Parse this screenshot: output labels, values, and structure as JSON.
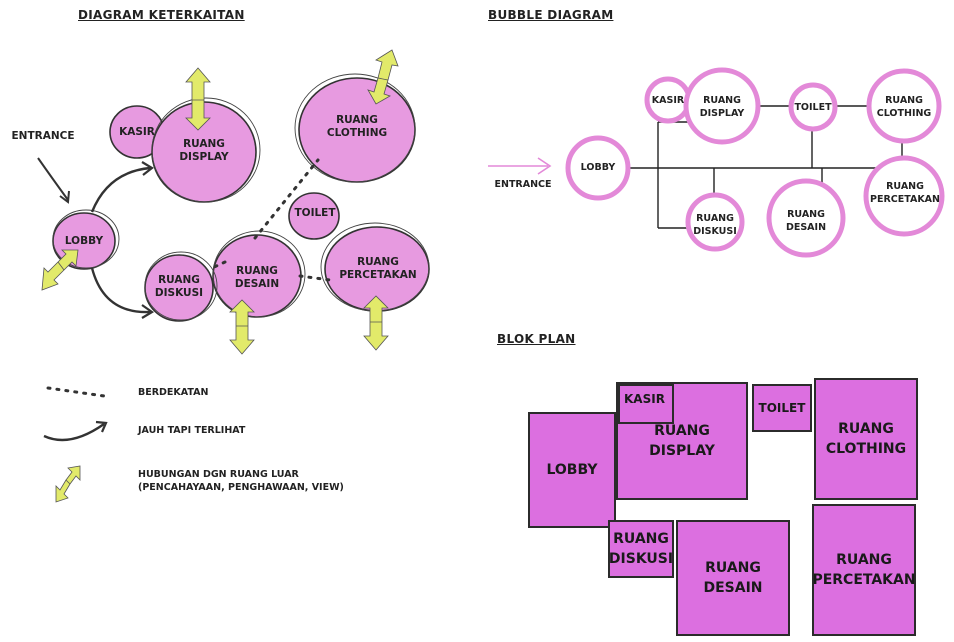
{
  "titles": {
    "diagram": "DIAGRAM KETERKAITAN",
    "bubble": "BUBBLE DIAGRAM",
    "blok": "BLOK PLAN"
  },
  "diagram": {
    "entrance": "ENTRANCE",
    "lobby": "LOBBY",
    "kasir": "KASIR",
    "display": [
      "RUANG",
      "DISPLAY"
    ],
    "clothing": [
      "RUANG",
      "CLOTHING"
    ],
    "toilet": "TOILET",
    "diskusi": [
      "RUANG",
      "DISKUSI"
    ],
    "desain": [
      "RUANG",
      "DESAIN"
    ],
    "percetakan": [
      "RUANG",
      "PERCETAKAN"
    ]
  },
  "legend": {
    "near": "BERDEKATAN",
    "far": "JAUH TAPI TERLIHAT",
    "outer_1": "HUBUNGAN DGN RUANG LUAR",
    "outer_2": "(PENCAHAYAAN, PENGHAWAAN, VIEW)"
  },
  "bubble": {
    "entrance": "ENTRANCE",
    "lobby": "LOBBY",
    "kasir": "KASIR",
    "display": [
      "RUANG",
      "DISPLAY"
    ],
    "toilet": "TOILET",
    "clothing": [
      "RUANG",
      "CLOTHING"
    ],
    "percetakan": [
      "RUANG",
      "PERCETAKAN"
    ],
    "diskusi": [
      "RUANG",
      "DISKUSI"
    ],
    "desain": [
      "RUANG",
      "DESAIN"
    ]
  },
  "blok": {
    "kasir": "KASIR",
    "display": [
      "RUANG",
      "DISPLAY"
    ],
    "toilet": "TOILET",
    "clothing": [
      "RUANG",
      "CLOTHING"
    ],
    "lobby": "LOBBY",
    "diskusi": [
      "RUANG",
      "DISKUSI"
    ],
    "desain": [
      "RUANG",
      "DESAIN"
    ],
    "percetakan": [
      "RUANG",
      "PERCETAKAN"
    ]
  },
  "colors": {
    "bubble_fill": "#e79ae0",
    "bubble_ring": "#e389d8",
    "block_fill": "#dc6fe0",
    "arrow_yellow": "#e2ea6a"
  }
}
